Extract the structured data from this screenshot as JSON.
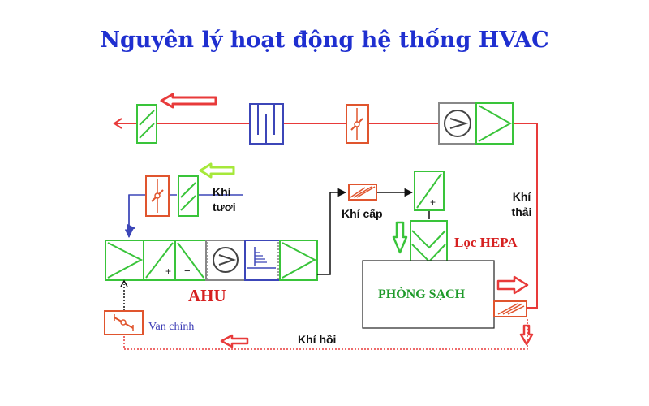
{
  "title": "Nguyên lý hoạt động hệ thống HVAC",
  "labels": {
    "fresh_air_1": "Khí",
    "fresh_air_2": "tươi",
    "supply_air": "Khí cấp",
    "exhaust_air_1": "Khí",
    "exhaust_air_2": "thải",
    "return_air": "Khí hồi",
    "hepa_filter": "Lọc HEPA",
    "clean_room": "PHÒNG SẠCH",
    "ahu": "AHU",
    "main_valve": "Van chỉnh"
  },
  "colors": {
    "title": "#1f2fd0",
    "red": "#e83a3a",
    "green": "#39c43a",
    "orange": "#e0552e",
    "blue": "#3c46b8",
    "gray": "#888888",
    "lime_arrow": "#a6e83a"
  }
}
